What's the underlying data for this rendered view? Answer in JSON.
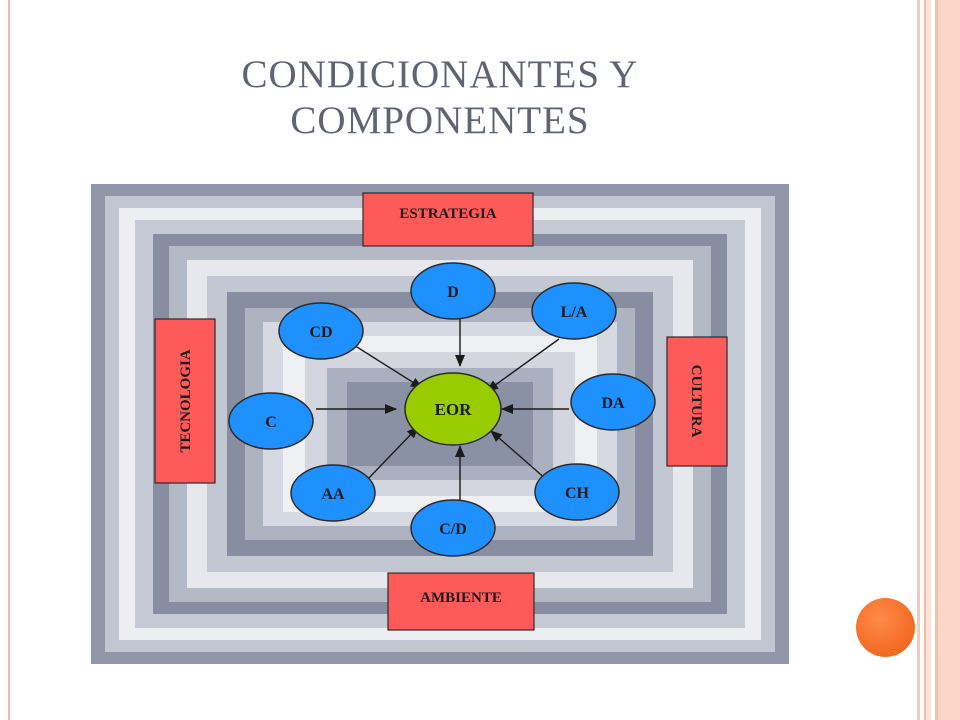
{
  "slide": {
    "title_line1": "CONDICIONANTES Y",
    "title_line2": "COMPONENTES"
  },
  "diagram": {
    "center": {
      "label": "EOR",
      "color": "#99cc00"
    },
    "components": [
      {
        "id": "d",
        "label": "D"
      },
      {
        "id": "la",
        "label": "L/A"
      },
      {
        "id": "da",
        "label": "DA"
      },
      {
        "id": "ch",
        "label": "CH"
      },
      {
        "id": "cd2",
        "label": "C/D"
      },
      {
        "id": "aa",
        "label": "AA"
      },
      {
        "id": "c",
        "label": "C"
      },
      {
        "id": "cd",
        "label": "CD"
      }
    ],
    "conditions": {
      "top": "ESTRATEGIA",
      "bottom": "AMBIENTE",
      "left": "TECNOLOGIA",
      "right": "CULTURA"
    },
    "component_color": "#1e90ff",
    "condition_color": "#ff5a5a"
  }
}
